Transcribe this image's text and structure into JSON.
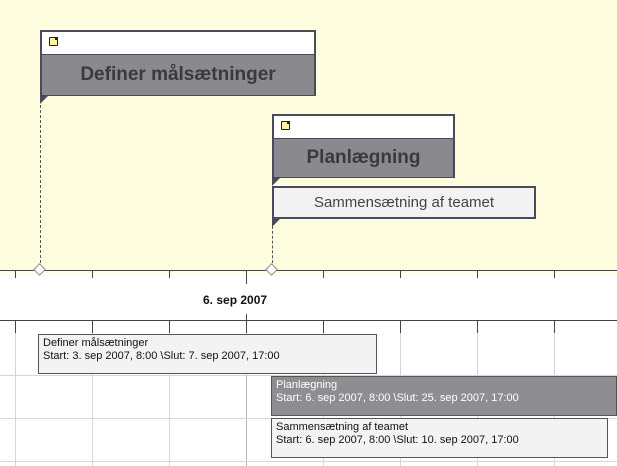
{
  "cards": {
    "definer": {
      "title": "Definer målsætninger",
      "icon": "note-icon"
    },
    "planlaegning": {
      "title": "Planlægning",
      "icon": "note-icon"
    }
  },
  "subtask_label": "Sammensætning af teamet",
  "axis": {
    "date_label": "6. sep 2007"
  },
  "bars": [
    {
      "name": "Definer målsætninger",
      "dates": "Start: 3. sep 2007, 8:00 \\Slut: 7. sep 2007, 17:00"
    },
    {
      "name": "Planlægning",
      "dates": "Start: 6. sep 2007, 8:00 \\Slut: 25. sep 2007, 17:00"
    },
    {
      "name": "Sammensætning af teamet",
      "dates": "Start: 6. sep 2007, 8:00 \\Slut: 10. sep 2007, 17:00"
    }
  ],
  "colors": {
    "background": "#fffde0",
    "card_title_bg": "#8a8a8e",
    "border": "#4a4a5a",
    "summary_bar": "#8e8e92"
  }
}
